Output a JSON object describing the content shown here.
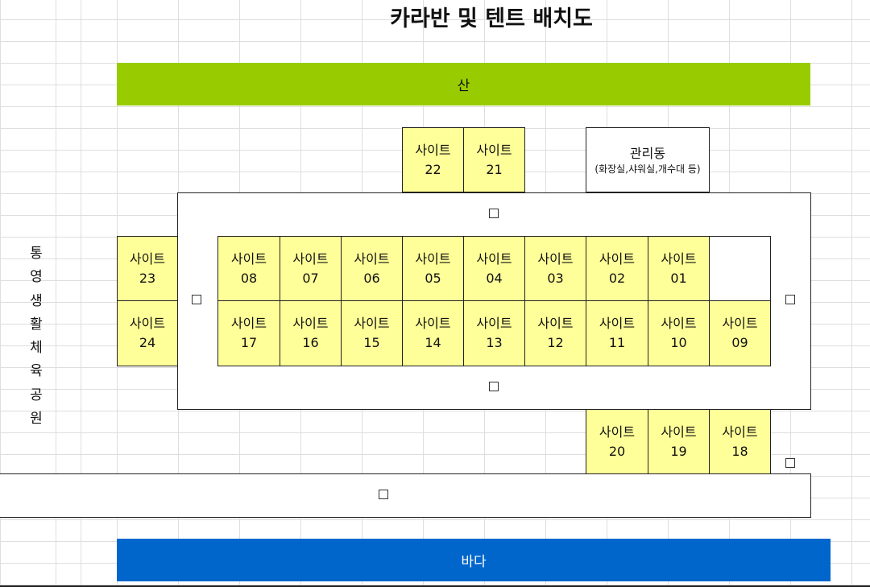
{
  "title": "카라반 및 텐트 배치도",
  "mountain": "산",
  "sea": "바다",
  "park_label": [
    "통",
    "영",
    "생",
    "활",
    "체",
    "육",
    "공",
    "원"
  ],
  "office": {
    "name": "관리동",
    "desc": "(화장실,샤워실,개수대 등)"
  },
  "site_prefix": "사이트",
  "sites": {
    "s22": "22",
    "s21": "21",
    "s23": "23",
    "s24": "24",
    "s08": "08",
    "s07": "07",
    "s06": "06",
    "s05": "05",
    "s04": "04",
    "s03": "03",
    "s02": "02",
    "s01": "01",
    "s17": "17",
    "s16": "16",
    "s15": "15",
    "s14": "14",
    "s13": "13",
    "s12": "12",
    "s11": "11",
    "s10": "10",
    "s09": "09",
    "s20": "20",
    "s19": "19",
    "s18": "18"
  },
  "colors": {
    "mountain": "#99cc00",
    "sea": "#0066cc",
    "site": "#ffff99"
  },
  "icons": {
    "road_marker": "square-icon"
  }
}
